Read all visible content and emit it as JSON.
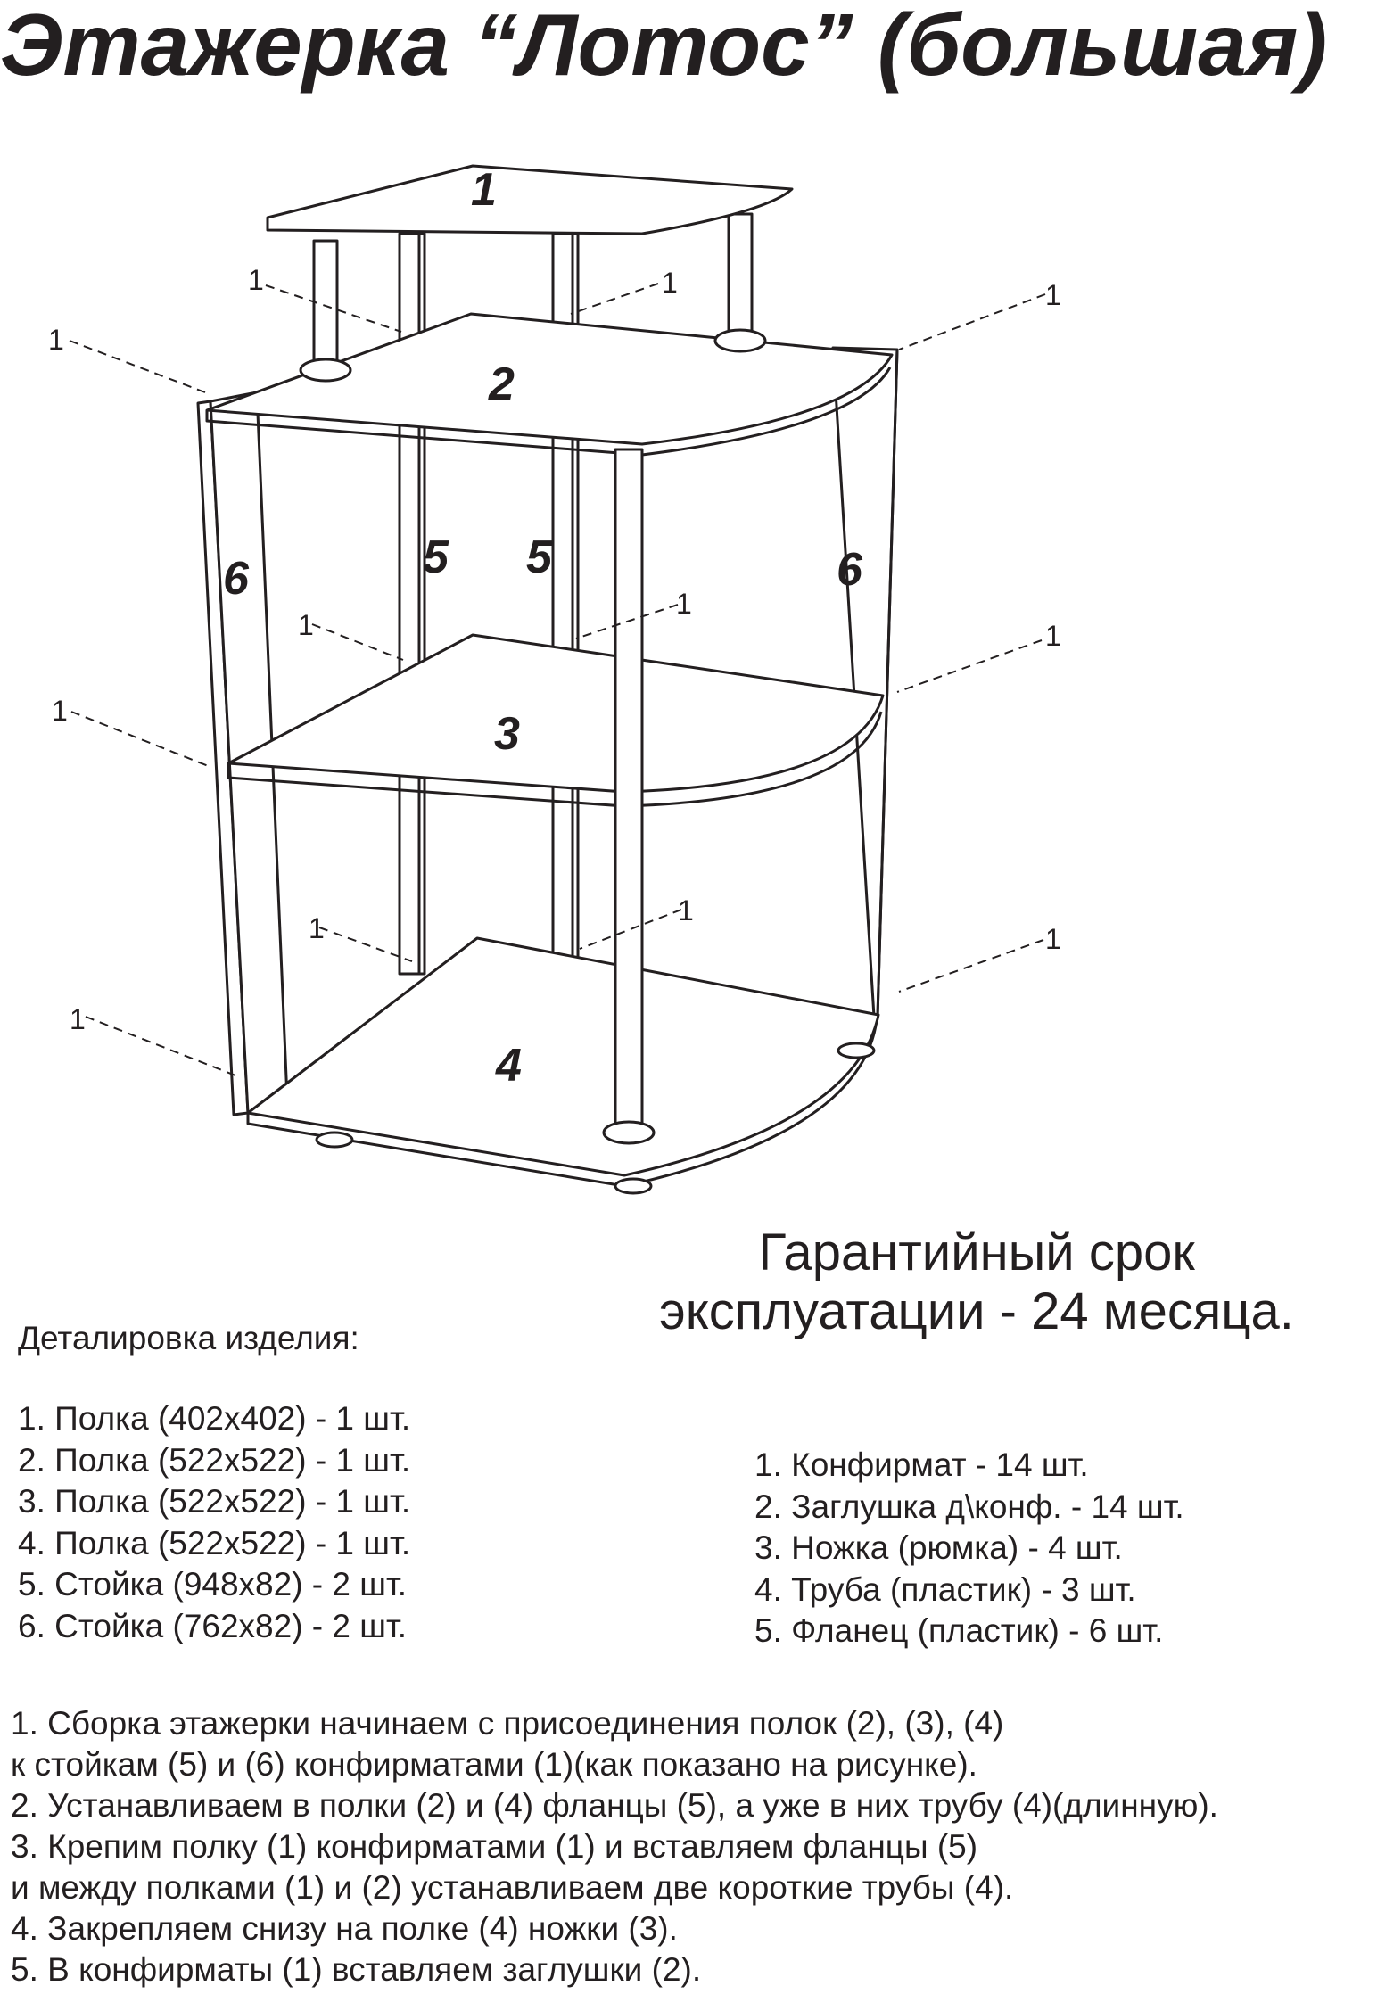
{
  "title": "Этажерка “Лотос” (большая)",
  "warranty": {
    "line1": "Гарантийный срок",
    "line2": "эксплуатации - 24 месяца."
  },
  "drawing": {
    "part_labels": [
      "1",
      "2",
      "3",
      "4",
      "5",
      "5",
      "6",
      "6"
    ],
    "callout_label": "1"
  },
  "parts": {
    "heading": "Деталировка изделия:",
    "items": [
      "1. Полка (402х402)  - 1 шт.",
      "2. Полка (522х522) - 1 шт.",
      "3. Полка (522х522) - 1 шт.",
      "4. Полка (522х522) - 1 шт.",
      "5. Стойка (948х82) - 2 шт.",
      "6. Стойка (762х82) - 2 шт."
    ]
  },
  "hardware": {
    "items": [
      "1. Конфирмат - 14 шт.",
      "2. Заглушка д\\конф. - 14 шт.",
      "3. Ножка (рюмка) - 4 шт.",
      "4. Труба (пластик) - 3 шт.",
      "5. Фланец (пластик) - 6 шт."
    ]
  },
  "instructions": {
    "lines": [
      "1. Сборка этажерки начинаем с присоединения полок (2), (3), (4)",
      "к стойкам (5) и (6) конфирматами (1)(как показано на рисунке).",
      "2. Устанавливаем  в полки (2) и (4) фланцы (5), а уже в них трубу (4)(длинную).",
      "3. Крепим полку (1) конфирматами (1) и вставляем фланцы (5)",
      "и между полками (1) и (2) устанавливаем две короткие трубы (4).",
      "4. Закрепляем снизу на полке (4) ножки (3).",
      "5. В конфирматы (1) вставляем заглушки (2)."
    ]
  }
}
